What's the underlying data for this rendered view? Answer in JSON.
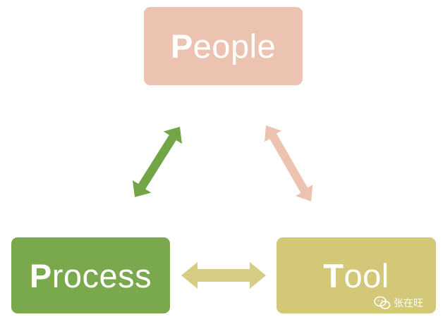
{
  "nodes": {
    "people": {
      "initial": "P",
      "rest": "eople",
      "color": "#ecc3b1"
    },
    "process": {
      "initial": "P",
      "rest": "rocess",
      "color": "#7aa84d"
    },
    "tool": {
      "initial": "T",
      "rest": "ool",
      "color": "#d3c878"
    }
  },
  "arrows": {
    "people_process": {
      "color": "#72a545"
    },
    "people_tool": {
      "color": "#ecc3b1"
    },
    "process_tool": {
      "color": "#d6cd83"
    }
  },
  "watermark": {
    "text": "张在旺",
    "icon": "wechat-icon"
  }
}
